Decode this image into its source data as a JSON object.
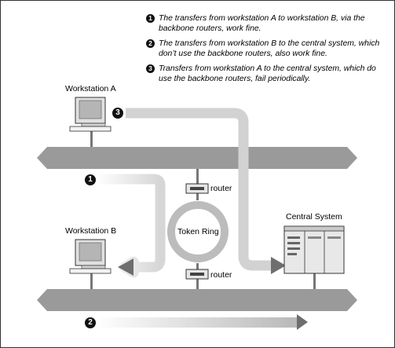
{
  "notes": [
    {
      "number": "1",
      "text": "The transfers from workstation A to workstation B, via the backbone routers, work fine."
    },
    {
      "number": "2",
      "text": "The transfers from workstation B to the central system, which don’t use the backbone routers, also work fine."
    },
    {
      "number": "3",
      "text": "Transfers from workstation A to the central system, which do use the backbone routers, fail periodically."
    }
  ],
  "labels": {
    "workstation_a": "Workstation A",
    "workstation_b": "Workstation B",
    "central_system": "Central System",
    "token_ring": "Token Ring",
    "router_top": "router",
    "router_bottom": "router"
  },
  "path_badges": {
    "path1": "1",
    "path2": "2",
    "path3": "3"
  },
  "colors": {
    "network_band": "#9a9a9a",
    "path_arrow": "#cfcfcf",
    "badge": "#111111"
  }
}
